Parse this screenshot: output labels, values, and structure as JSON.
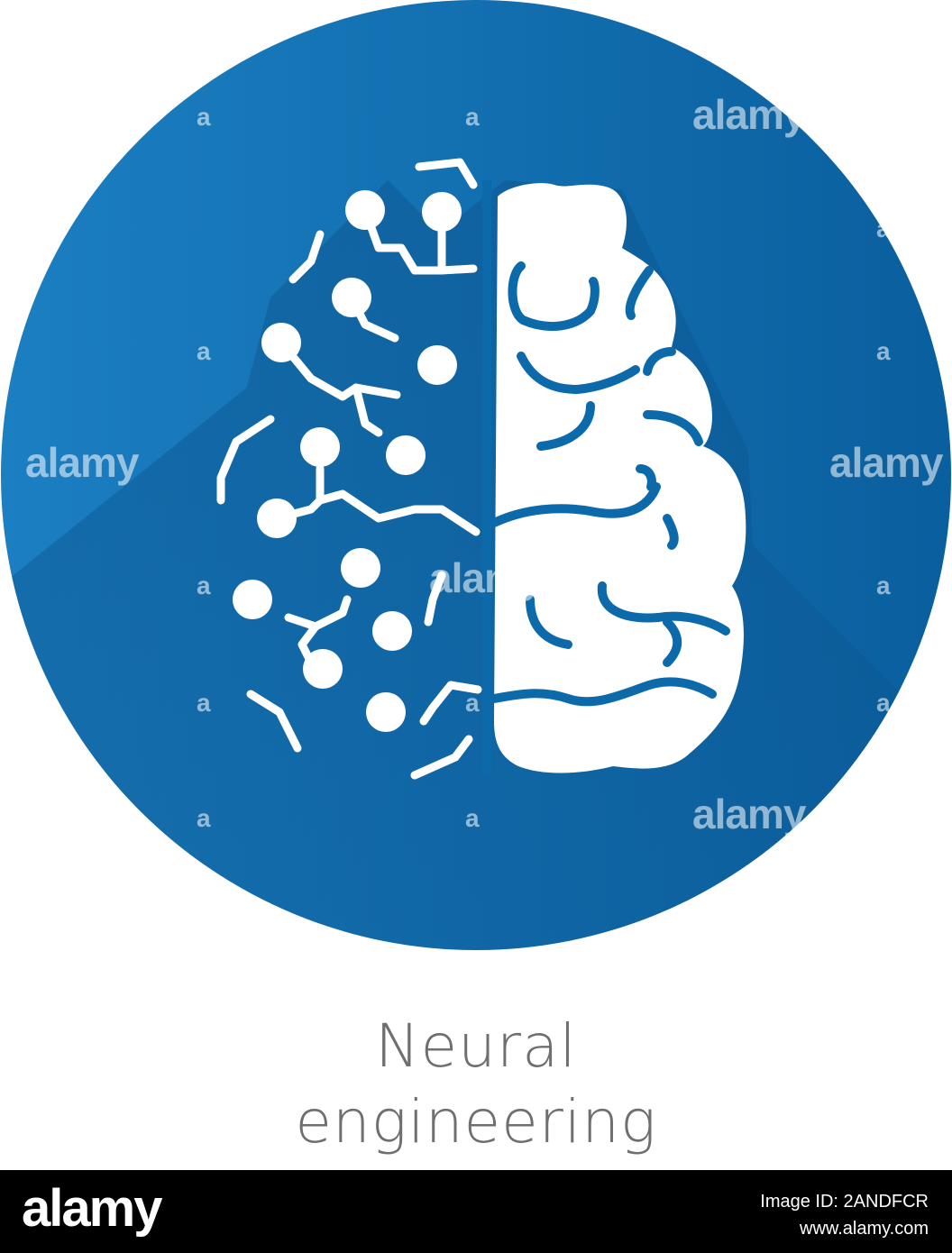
{
  "caption": {
    "line1": "Neural",
    "line2": "engineering"
  },
  "watermark": {
    "logo": "alamy",
    "letter": "a"
  },
  "footer": {
    "logo": "alamy",
    "image_id_label": "Image ID: 2ANDFCR",
    "site": "www.alamy.com"
  },
  "icon": {
    "name": "brain-circuit-icon",
    "badge_color": "#0c6aab",
    "badge_color_light": "#1a7ec0",
    "shadow_color": "#084f86",
    "glyph_color": "#ffffff"
  },
  "colors": {
    "caption_text": "#6f6f6f",
    "footer_bg": "#000000"
  }
}
